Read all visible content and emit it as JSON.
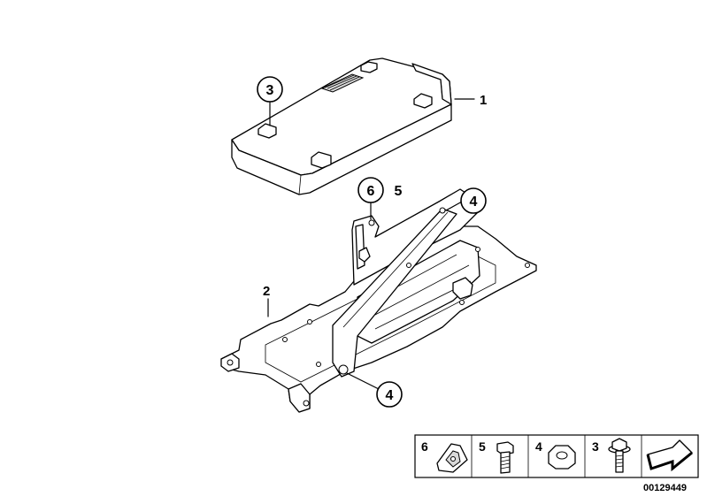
{
  "labels": {
    "part_1": "1",
    "part_2": "2",
    "callout_3": "3",
    "callout_4_top": "4",
    "callout_4_bottom": "4",
    "callout_5": "5",
    "callout_6": "6"
  },
  "legend": {
    "items": [
      {
        "num": "6",
        "icon": "clip-nut-icon"
      },
      {
        "num": "5",
        "icon": "bolt-icon"
      },
      {
        "num": "4",
        "icon": "hex-nut-icon"
      },
      {
        "num": "3",
        "icon": "flange-bolt-icon"
      }
    ],
    "arrow_icon": "direction-arrow-icon"
  },
  "diagram_id": "00129449"
}
